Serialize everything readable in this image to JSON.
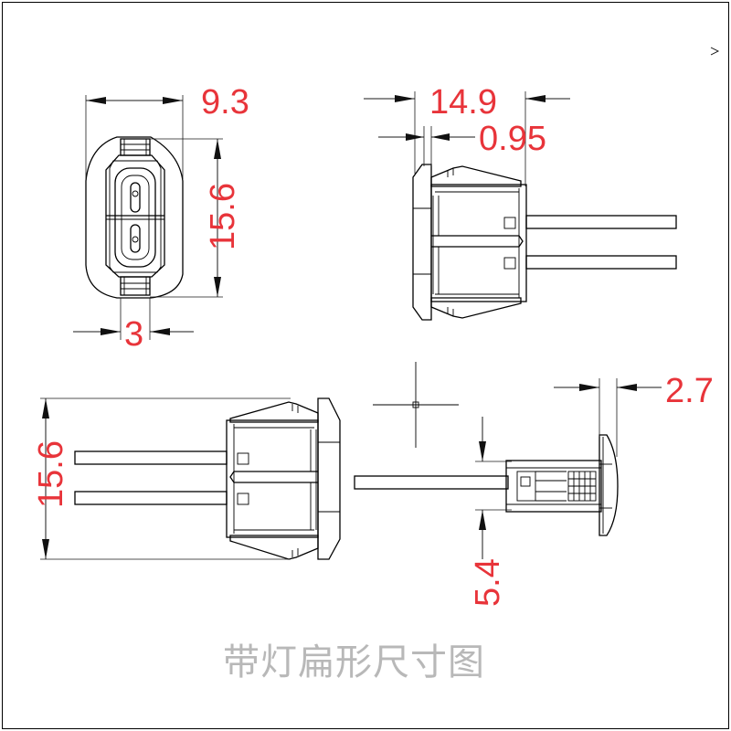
{
  "title": "带灯扁形尺寸图",
  "dimensions": {
    "front_width": "9.3",
    "front_height": "15.6",
    "front_slot": "3",
    "side_length": "14.9",
    "side_flange": "0.95",
    "bottom_height": "15.6",
    "right_flange": "2.7",
    "right_pin_gap": "5.4"
  },
  "colors": {
    "dimension_text": "#e8343a",
    "line": "#000000",
    "title": "#b8b8b8"
  }
}
